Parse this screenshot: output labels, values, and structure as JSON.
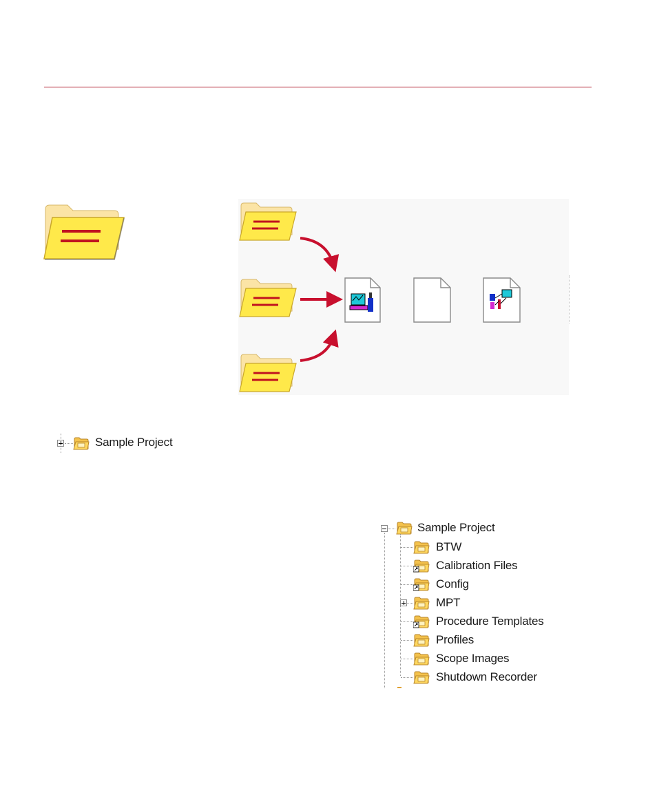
{
  "colors": {
    "accent_rule": "#b01c2e",
    "folder_yellow": "#ffe94a",
    "folder_back": "#fbe4a6",
    "arrow_red": "#c8102e"
  },
  "diagram": {
    "big_folder_icon": "folder-icon",
    "small_folders": [
      "folder-icon",
      "folder-icon",
      "folder-icon"
    ],
    "arrows": [
      "curved-arrow-down",
      "straight-arrow-right",
      "curved-arrow-up"
    ],
    "documents": [
      "procedure-document-icon",
      "blank-document-icon",
      "network-document-icon"
    ]
  },
  "collapsed_tree": {
    "root": {
      "label": "Sample Project",
      "expanded": false
    }
  },
  "expanded_tree": {
    "root": {
      "label": "Sample Project",
      "expanded": true
    },
    "children": [
      {
        "label": "BTW",
        "shortcut": false,
        "expandable": false
      },
      {
        "label": "Calibration Files",
        "shortcut": true,
        "expandable": false
      },
      {
        "label": "Config",
        "shortcut": true,
        "expandable": false
      },
      {
        "label": "MPT",
        "shortcut": false,
        "expandable": true
      },
      {
        "label": "Procedure Templates",
        "shortcut": true,
        "expandable": false
      },
      {
        "label": "Profiles",
        "shortcut": false,
        "expandable": false
      },
      {
        "label": "Scope Images",
        "shortcut": false,
        "expandable": false
      },
      {
        "label": "Shutdown Recorder",
        "shortcut": false,
        "expandable": false
      }
    ]
  }
}
